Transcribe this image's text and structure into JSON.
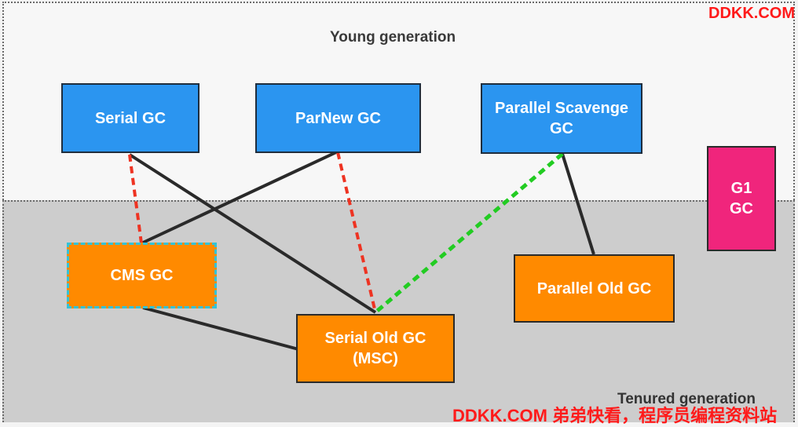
{
  "regions": {
    "young_label": "Young generation",
    "tenured_label": "Tenured generation"
  },
  "nodes": {
    "serial": "Serial GC",
    "parnew": "ParNew GC",
    "parallel_scavenge": "Parallel Scavenge\nGC",
    "g1": "G1\nGC",
    "cms": "CMS GC",
    "serial_old": "Serial Old GC\n(MSC)",
    "parallel_old": "Parallel Old GC"
  },
  "colors": {
    "young_box": "#2b95f0",
    "old_box": "#ff8a00",
    "g1_box": "#f0257c",
    "solid_line": "#2a2a2a",
    "red_dashed_line": "#ee3322",
    "green_dashed_line": "#22cc22",
    "watermark": "#ff1a1a"
  },
  "watermarks": {
    "top": "DDKK.COM",
    "bottom": "DDKK.COM 弟弟快看，程序员编程资料站"
  }
}
